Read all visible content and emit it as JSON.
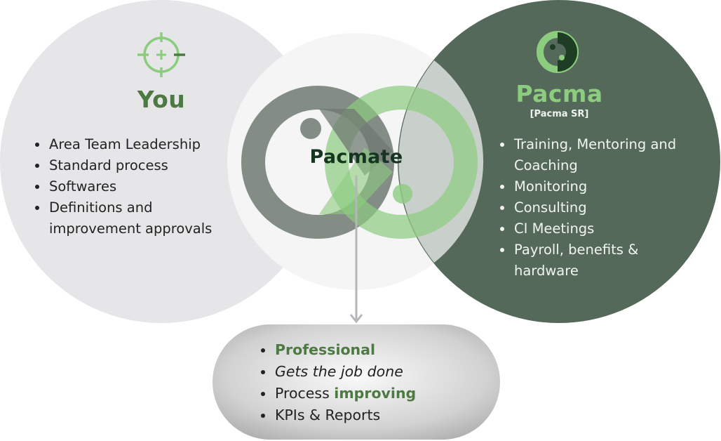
{
  "you": {
    "title": "You",
    "items": [
      "Area Team Leadership",
      "Standard process",
      "Softwares",
      "Definitions and improvement approvals"
    ]
  },
  "pacma": {
    "title": "Pacma",
    "subtitle": "[Pacma SR]",
    "items": [
      "Training, Mentoring and Coaching",
      "Monitoring",
      "Consulting",
      "CI Meetings",
      "Payroll, benefits & hardware"
    ]
  },
  "pacmate": {
    "title": "Pacmate",
    "items": {
      "professional": "Professional",
      "job_done": "Gets the job done",
      "process_prefix": "Process ",
      "process_emphasis": "improving",
      "kpis": "KPIs & Reports"
    }
  },
  "colors": {
    "you_circle": "#e6e6e8",
    "pacma_circle": "#55695a",
    "brand_green": "#8ccc7f",
    "dark_green": "#4d7a43",
    "logo_gray": "#6f7a72"
  },
  "icons": [
    "target-crosshair-icon",
    "pacma-logo-icon",
    "pacmate-logo-icon",
    "down-arrow-icon"
  ]
}
